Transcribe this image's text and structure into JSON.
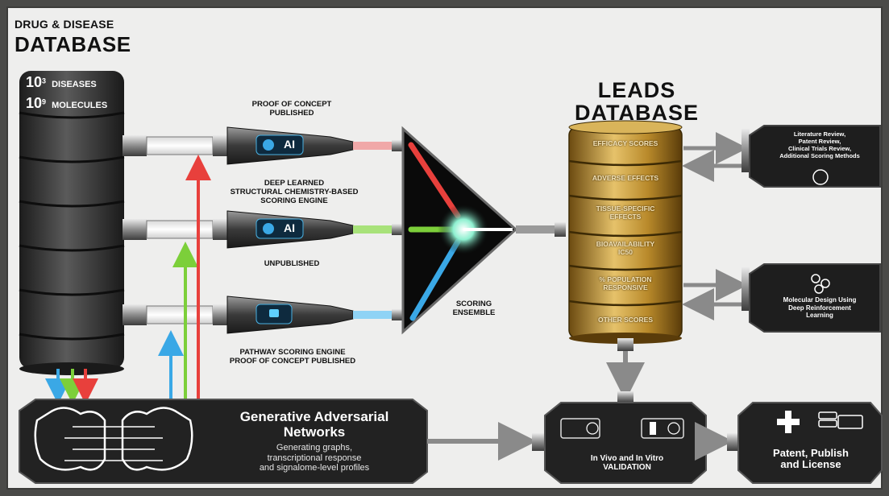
{
  "database": {
    "title_small": "DRUG & DISEASE",
    "title_big": "DATABASE",
    "diseases_exp": "10",
    "diseases_pow": "3",
    "diseases_label": "DISEASES",
    "molecules_exp": "10",
    "molecules_pow": "9",
    "molecules_label": "MOLECULES"
  },
  "engines": {
    "top_caption": "PROOF OF CONCEPT\nPUBLISHED",
    "top_badge": "AI",
    "middle_caption": "DEEP LEARNED\nSTRUCTURAL CHEMISTRY-BASED\nSCORING ENGINE",
    "middle_badge": "AI",
    "middle_sub": "UNPUBLISHED",
    "bottom_caption": "PATHWAY SCORING ENGINE\nPROOF OF CONCEPT PUBLISHED"
  },
  "ensemble": {
    "label": "SCORING\nENSEMBLE"
  },
  "leads": {
    "title": "LEADS\nDATABASE",
    "rows": [
      "EFFICACY SCORES",
      "ADVERSE EFFECTS",
      "TISSUE-SPECIFIC\nEFFECTS",
      "BIOAVAILABILITY\nIC50",
      "% POPULATION\nRESPONSIVE",
      "OTHER SCORES"
    ]
  },
  "review_box": {
    "text": "Literature Review,\nPatent Review,\nClinical Trials Review,\nAdditional Scoring Methods"
  },
  "design_box": {
    "text": "Molecular Design Using\nDeep Reinforcement\nLearning"
  },
  "gan": {
    "title": "Generative Adversarial\nNetworks",
    "subtitle": "Generating graphs,\ntranscriptional response\nand signalome-level profiles"
  },
  "validation": {
    "text": "In Vivo and In Vitro\nVALIDATION"
  },
  "patent": {
    "text": "Patent, Publish\nand License"
  },
  "colors": {
    "background": "#eeeeed",
    "frame": "#3c3c3a",
    "dark_box": "#222222",
    "gold": "#b8892a",
    "red": "#e8403c",
    "green": "#7ccf3a",
    "blue": "#3aa8e6"
  }
}
